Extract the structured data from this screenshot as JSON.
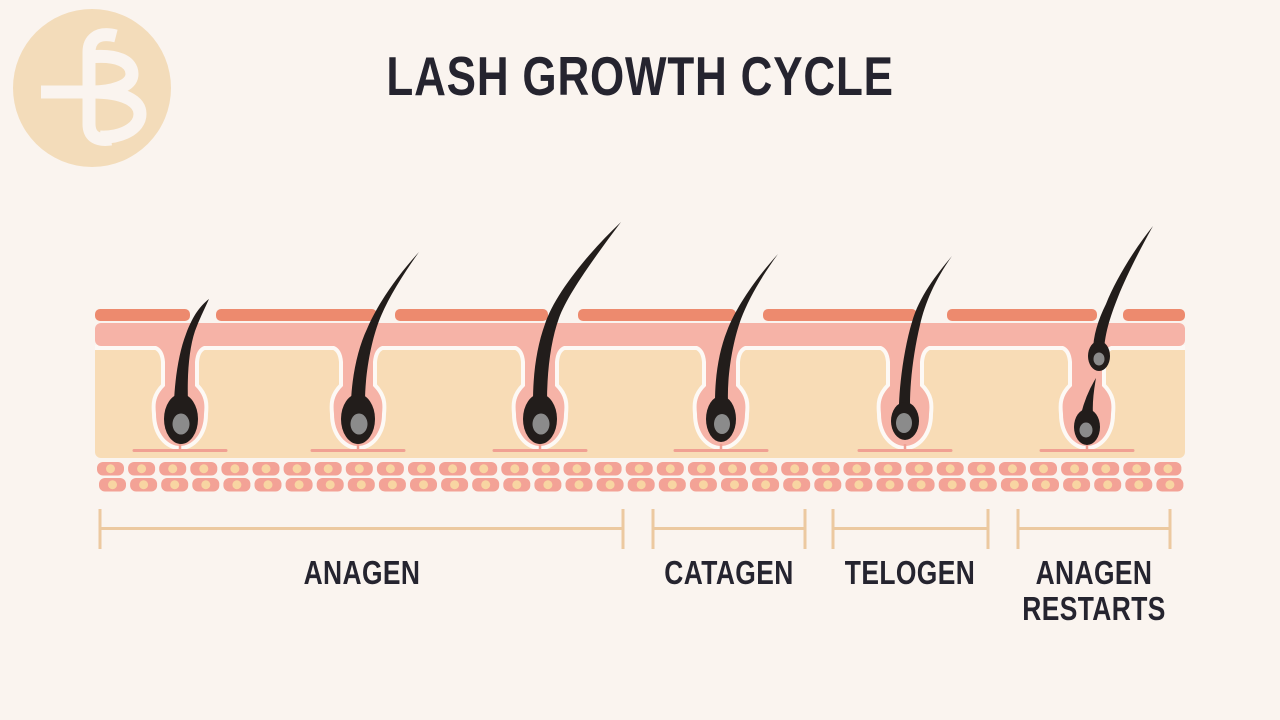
{
  "page": {
    "background": "#faf4ef"
  },
  "header": {
    "title": "LASH GROWTH CYCLE"
  },
  "brand": {
    "monogram": "tB"
  },
  "diagram": {
    "type": "lash-growth-cycle-skin-cross-section",
    "stages": [
      {
        "label": "ANAGEN",
        "follicles": 3
      },
      {
        "label": "CATAGEN",
        "follicles": 1
      },
      {
        "label": "TELOGEN",
        "follicles": 1
      },
      {
        "label": "ANAGEN RESTARTS",
        "follicles": 1
      }
    ],
    "colors": {
      "background": "#faf4ef",
      "surface_coral": "#ed8a6e",
      "epidermis_pink": "#f6b3a7",
      "dermis_beige": "#f8dcb6",
      "outline_white": "#fdf9f5",
      "follicle_pink": "#f6b3a7",
      "membrane_line_pink": "#f0a093",
      "cell_pink": "#f3a296",
      "cell_dot_beige": "#f8d5a2",
      "hair_black": "#221d1b",
      "hair_root_gray": "#8b8b8b",
      "bracket_tan": "#ecc9a0",
      "text_dark": "#25242f",
      "logo_circle": "#f3dcba",
      "logo_glyph": "#faf4ef"
    }
  }
}
